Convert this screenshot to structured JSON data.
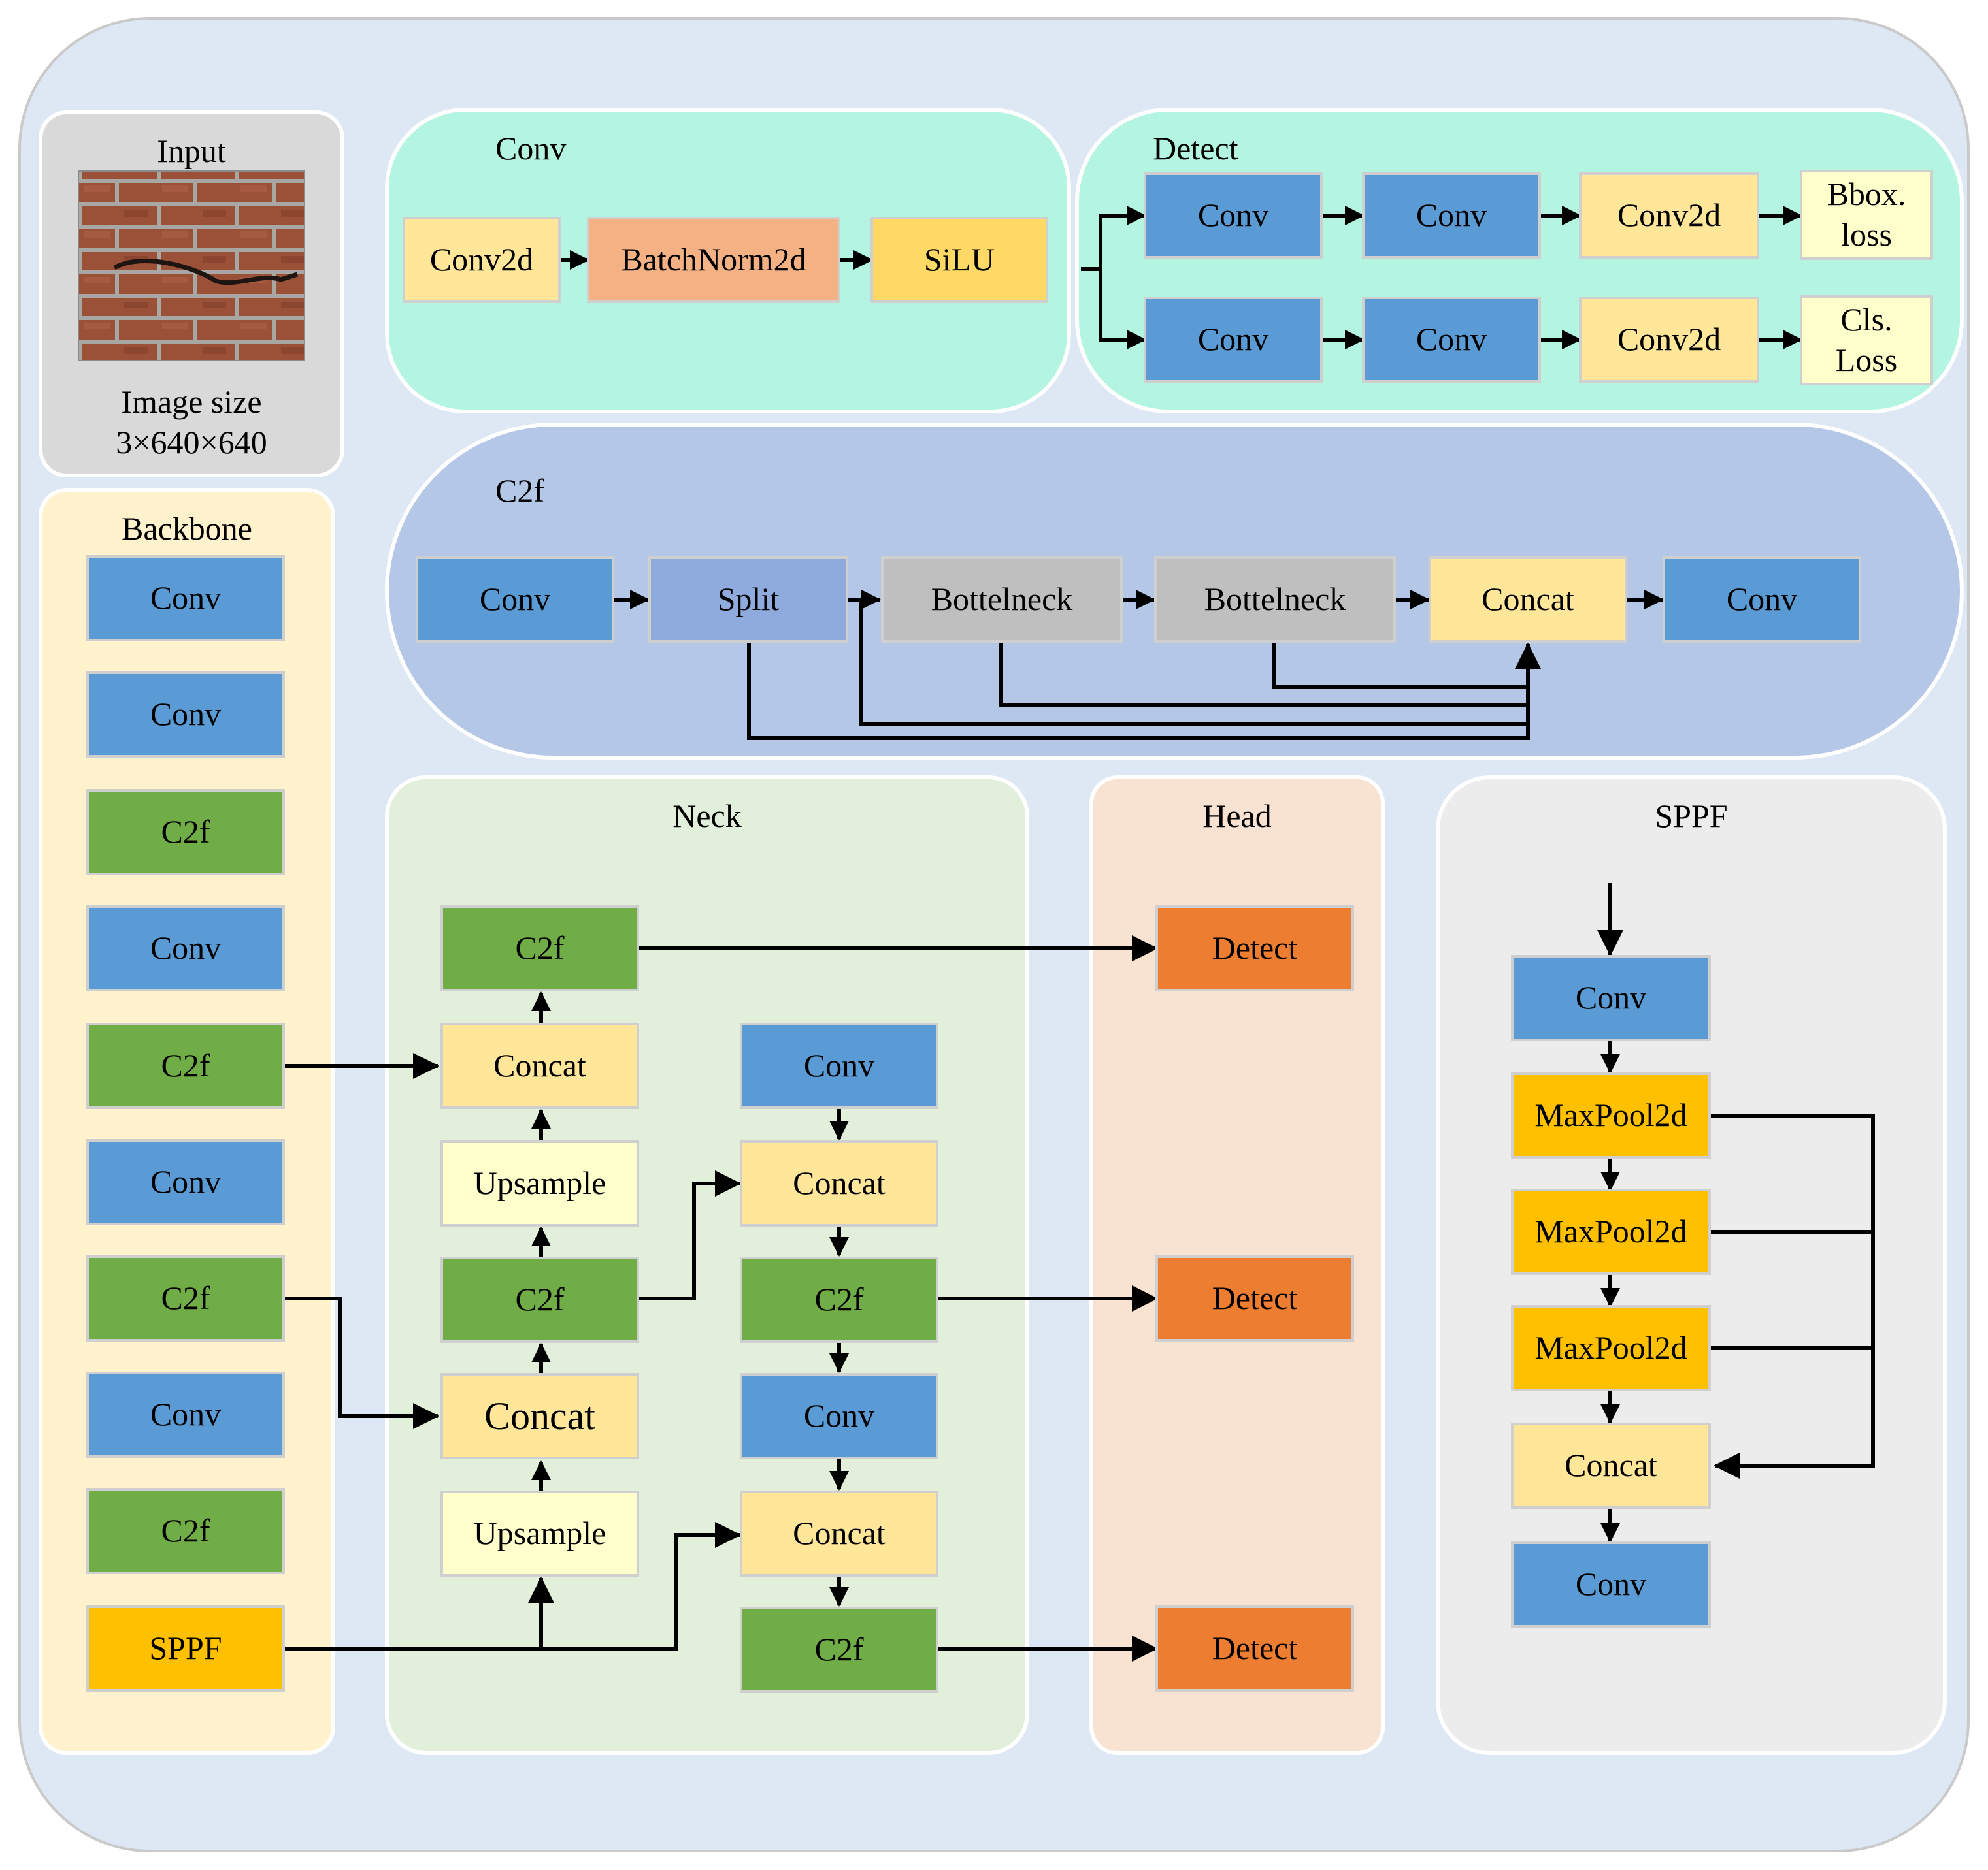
{
  "colors": {
    "outer_bg": "#dde8f4",
    "conv_blue": "#5b9bd5",
    "c2f_green": "#70ad47",
    "sppf_gold": "#ffc000",
    "concat_yellow": "#ffe699",
    "conv2d_yellow": "#ffe699",
    "batchnorm_orange": "#f4b183",
    "silu_yellow": "#ffd966",
    "upsample_cream": "#ffffcc",
    "split_purple": "#8faadc",
    "bottleneck_gray": "#bfbfbf",
    "detect_orange": "#ed7d31",
    "loss_cream": "#ffffcc",
    "maxpool_gold": "#ffc000"
  },
  "input": {
    "title": "Input",
    "image_icon": "brick-wall-crack-photo",
    "size_label": "Image size",
    "size_value": "3×640×640"
  },
  "conv_panel": {
    "title": "Conv",
    "blocks": [
      "Conv2d",
      "BatchNorm2d",
      "SiLU"
    ]
  },
  "detect_panel": {
    "title": "Detect",
    "row1": [
      "Conv",
      "Conv",
      "Conv2d"
    ],
    "row2": [
      "Conv",
      "Conv",
      "Conv2d"
    ],
    "loss1": [
      "Bbox.",
      "loss"
    ],
    "loss2": [
      "Cls.",
      "Loss"
    ]
  },
  "c2f_panel": {
    "title": "C2f",
    "blocks": [
      "Conv",
      "Split",
      "Bottelneck",
      "Bottelneck",
      "Concat",
      "Conv"
    ]
  },
  "backbone": {
    "title": "Backbone",
    "blocks": [
      "Conv",
      "Conv",
      "C2f",
      "Conv",
      "C2f",
      "Conv",
      "C2f",
      "Conv",
      "C2f",
      "SPPF"
    ]
  },
  "neck": {
    "title": "Neck",
    "left_column": [
      "C2f",
      "Concat",
      "Upsample",
      "C2f",
      "Concat",
      "Upsample"
    ],
    "right_column": [
      "Conv",
      "Concat",
      "C2f",
      "Conv",
      "Concat",
      "C2f"
    ]
  },
  "head": {
    "title": "Head",
    "blocks": [
      "Detect",
      "Detect",
      "Detect"
    ]
  },
  "sppf_panel": {
    "title": "SPPF",
    "blocks": [
      "Conv",
      "MaxPool2d",
      "MaxPool2d",
      "MaxPool2d",
      "Concat",
      "Conv"
    ]
  }
}
